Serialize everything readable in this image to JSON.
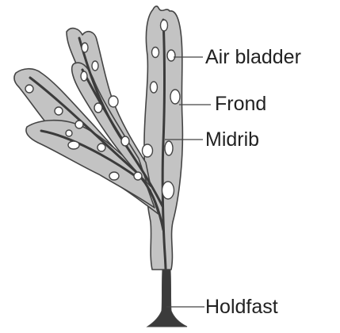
{
  "colors": {
    "frond_fill": "#c3c3c3",
    "outline": "#444444",
    "midrib": "#3b3b3b",
    "bladder_fill": "#ffffff",
    "label_text": "#222222",
    "background": "#ffffff"
  },
  "labels": {
    "air_bladder": "Air bladder",
    "frond": "Frond",
    "midrib": "Midrib",
    "holdfast": "Holdfast"
  }
}
